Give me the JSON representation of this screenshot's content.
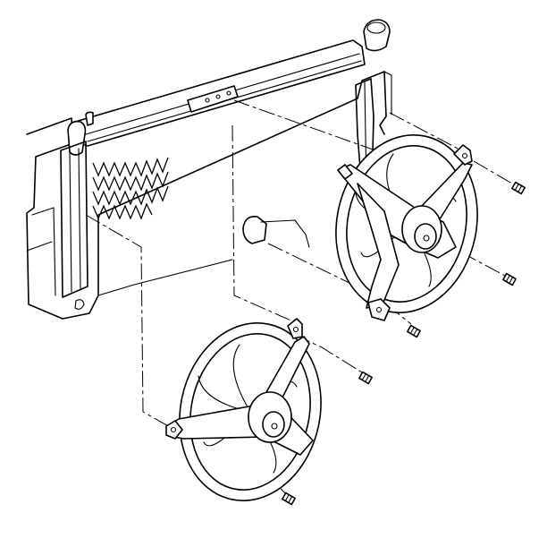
{
  "figure": {
    "background": "#ffffff",
    "line_color": "#000000",
    "parts": [
      "radiator",
      "upper-fan-assembly",
      "lower-fan-assembly",
      "bolts"
    ]
  }
}
